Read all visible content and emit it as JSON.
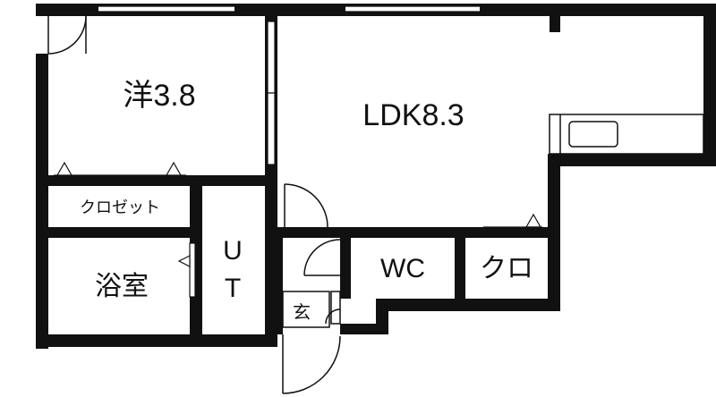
{
  "rooms": {
    "western_room": "洋3.8",
    "ldk": "LDK8.3",
    "closet": "クロゼット",
    "bath": "浴室",
    "utility_u": "U",
    "utility_t": "T",
    "wc": "WC",
    "storage": "クロ",
    "entrance": "玄"
  },
  "colors": {
    "wall": "#111111",
    "background": "#ffffff",
    "fixture": "#888888"
  }
}
